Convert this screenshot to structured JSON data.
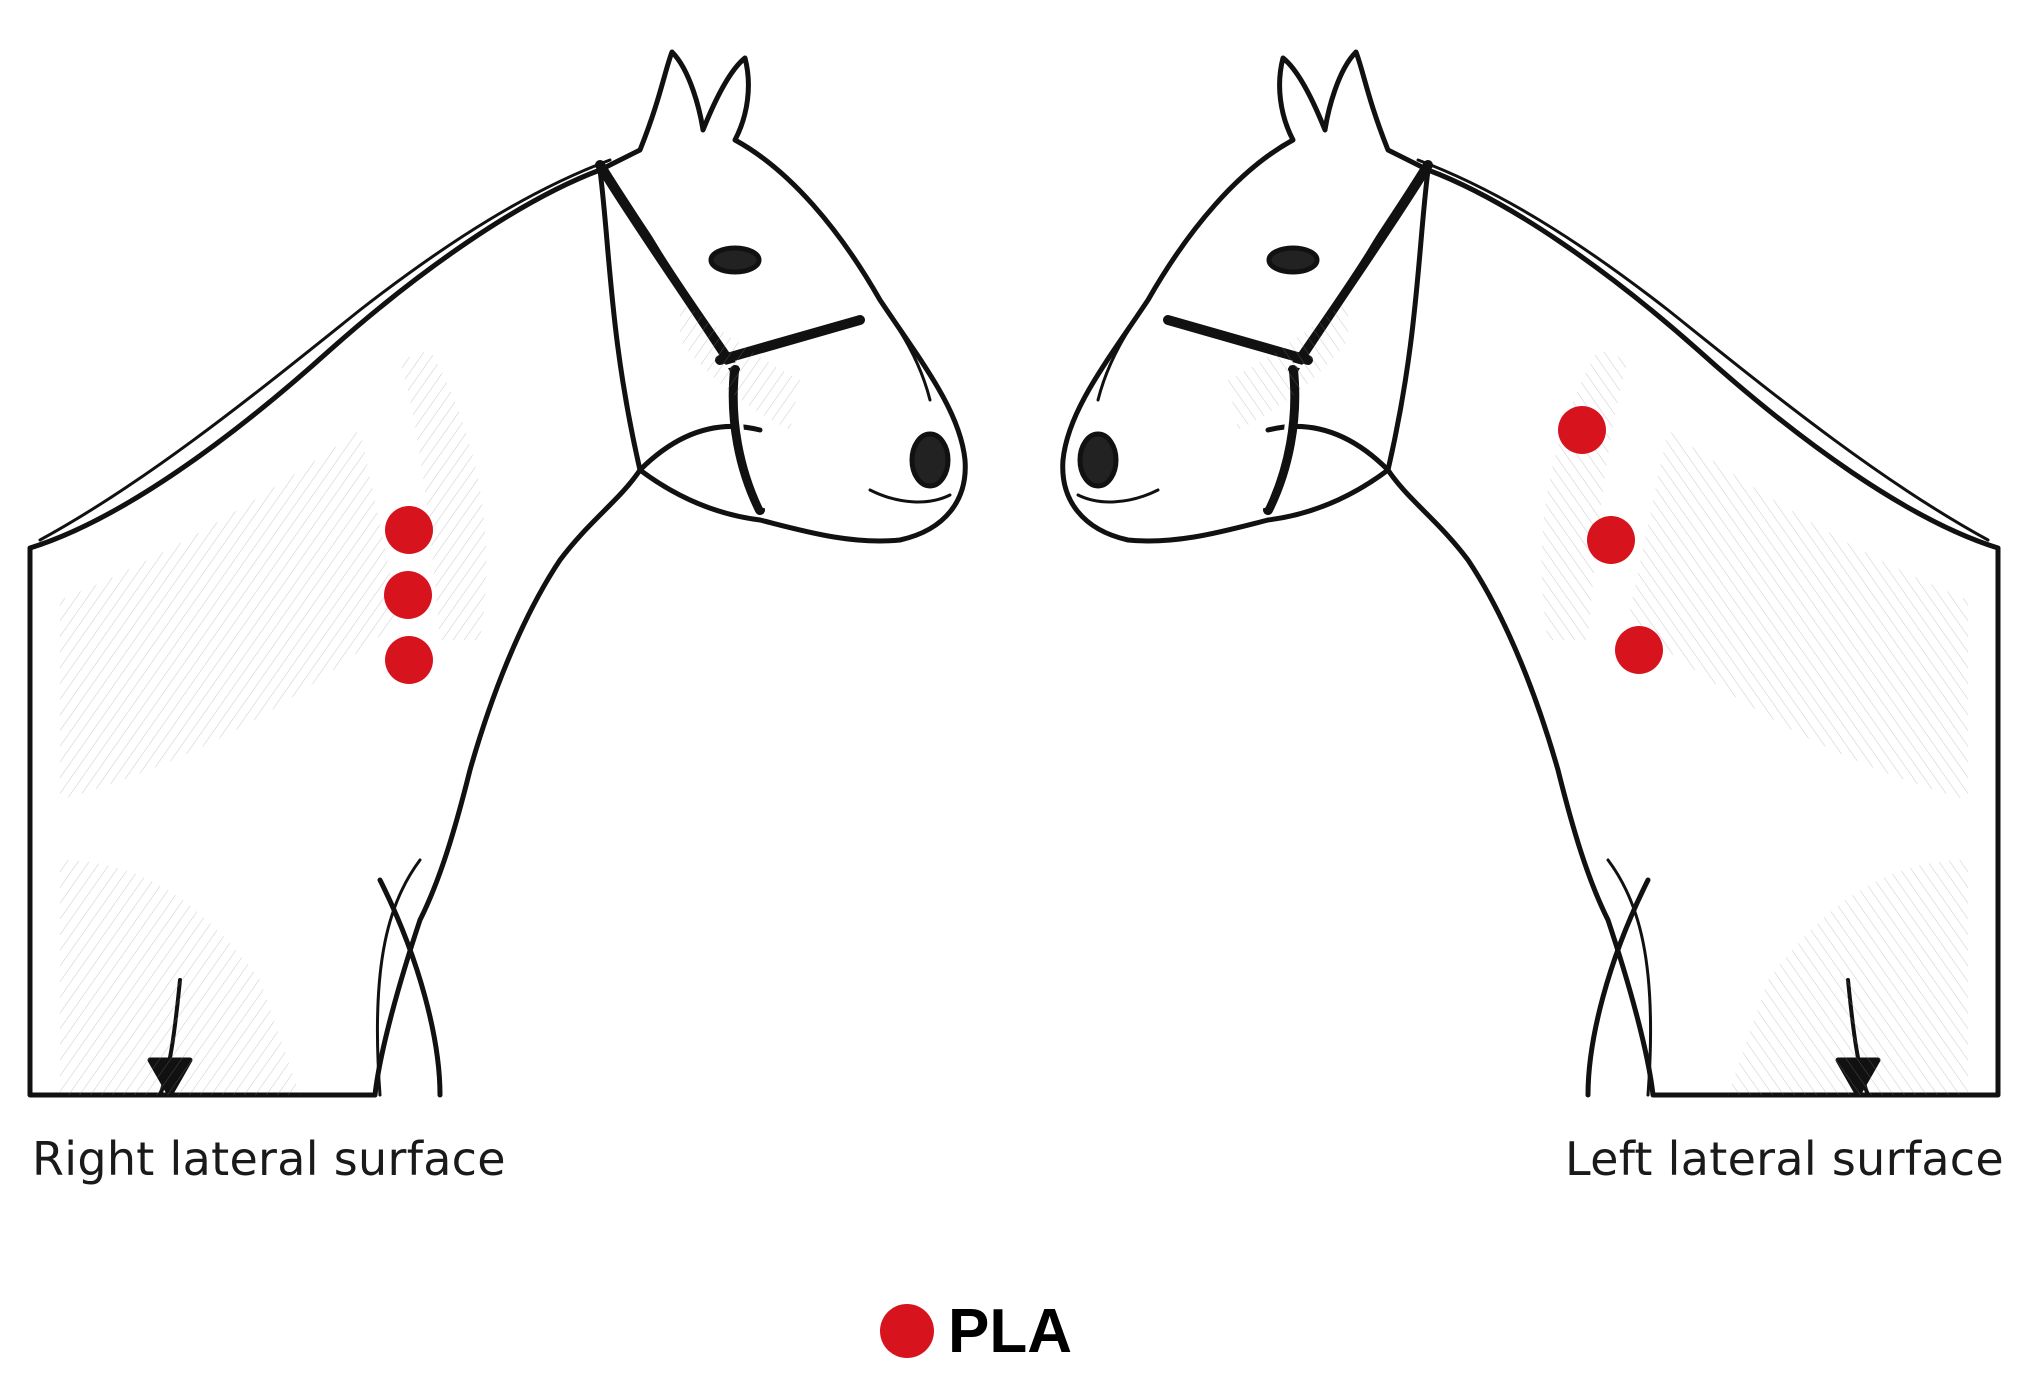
{
  "panels": {
    "right": {
      "label": "Right lateral surface"
    },
    "left": {
      "label": "Left lateral surface"
    }
  },
  "legend": {
    "marker_label": "PLA",
    "marker_color": "#d7141e"
  },
  "points": {
    "right_side_count": 3,
    "left_side_count": 3
  }
}
